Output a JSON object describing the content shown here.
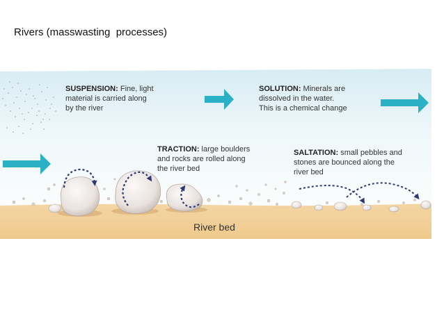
{
  "title": "Rivers (masswasting  processes)",
  "labels": {
    "suspension": {
      "term": "SUSPENSION:",
      "line1": " Fine, light",
      "line2": "material is carried along",
      "line3": "by the river"
    },
    "solution": {
      "term": "SOLUTION:",
      "line1": " Minerals are",
      "line2": "dissolved in the water.",
      "line3": "This is a chemical change"
    },
    "traction": {
      "term": "TRACTION:",
      "line1": " large boulders",
      "line2": "and rocks are rolled along",
      "line3": "the river bed"
    },
    "saltation": {
      "term": "SALTATION:",
      "line1": " small pebbles and",
      "line2": "stones are bounced along the",
      "line3": "river bed"
    }
  },
  "riverbed_label": "River bed",
  "colors": {
    "water_top": "#d7ecf3",
    "water_bottom": "#f7fbfc",
    "bed": "#f0cd93",
    "arrow": "#2ab1c6",
    "dash": "#2b3a73",
    "rock": "#ece6e3"
  },
  "icons": [
    "flow-arrow",
    "rotation-arrow",
    "bounce-arrow"
  ]
}
